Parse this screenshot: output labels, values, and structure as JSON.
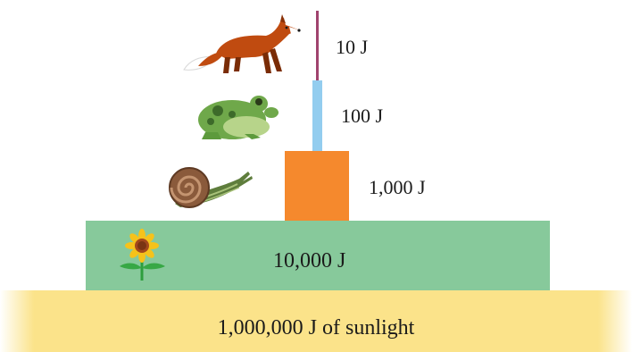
{
  "pyramid": {
    "sunlight_label": "1,000,000 J of sunlight",
    "producer_label": "10,000 J",
    "primary_label": "1,000 J",
    "secondary_label": "100 J",
    "tertiary_label": "10 J"
  },
  "icons": {
    "producer": "sunflower-icon",
    "primary": "snail-icon",
    "secondary": "frog-icon",
    "tertiary": "fox-icon"
  },
  "colors": {
    "sunlight": "#fbe38a",
    "producer": "#87c99b",
    "primary": "#f5892d",
    "secondary": "#93cdef",
    "tertiary": "#a0436e"
  }
}
